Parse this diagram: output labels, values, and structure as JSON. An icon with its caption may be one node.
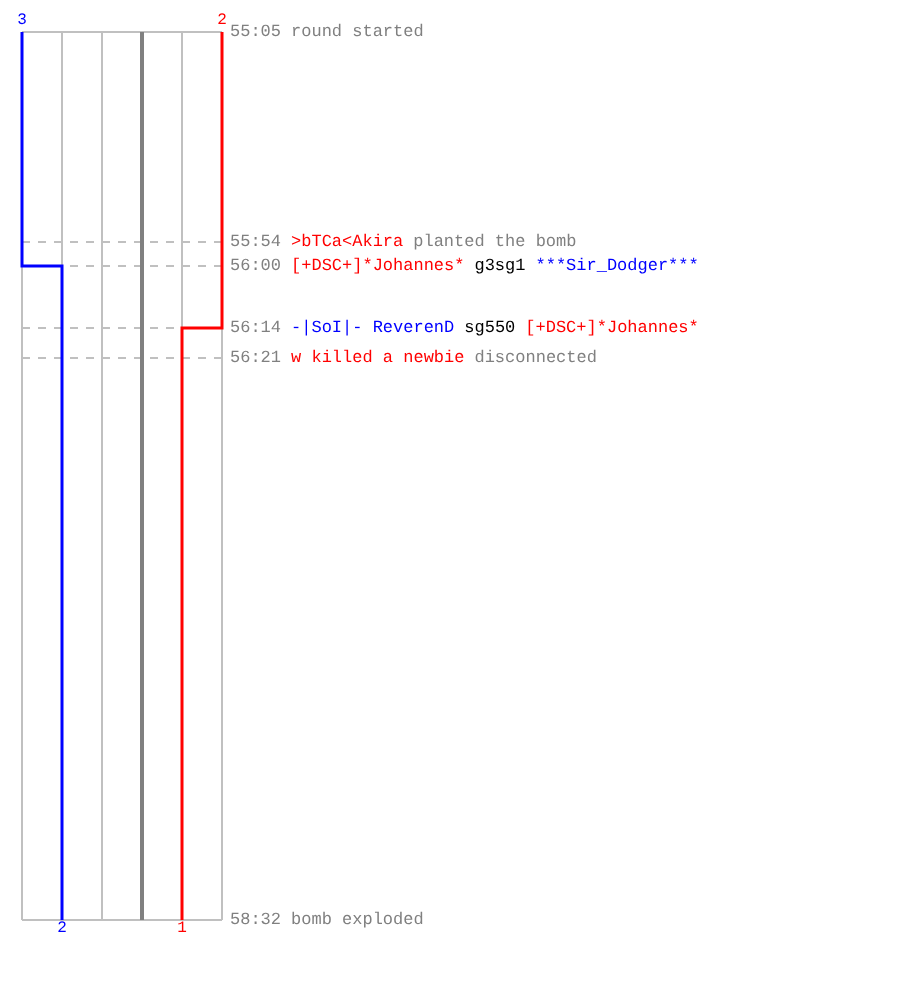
{
  "diagram": {
    "labels": [
      "3",
      "2",
      "55:05",
      "round started",
      "55:54",
      ">bTCa<Akira",
      "planted the bomb",
      "56:00",
      "[+DSC+]*Johannes*",
      "g3sg1",
      "***Sir_Dodger***",
      "56:14",
      "-|SoI|- ReverenD",
      "sg550",
      "[+DSC+]*Johannes*",
      "56:21",
      "w killed a newbie",
      "disconnected",
      "2",
      "1",
      "58:32",
      "bomb exploded"
    ]
  }
}
